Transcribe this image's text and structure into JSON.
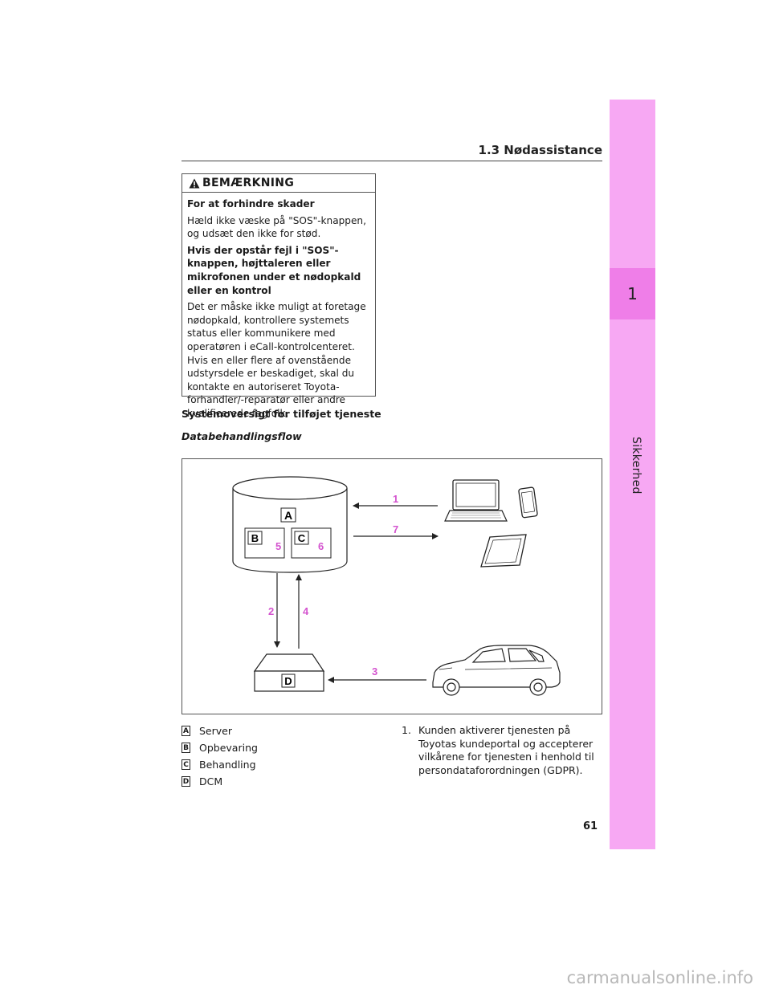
{
  "header": {
    "section_title": "1.3 Nødassistance"
  },
  "sidebar": {
    "chapter_number": "1",
    "chapter_label": "Sikkerhed"
  },
  "notice": {
    "heading": "BEMÆRKNING",
    "p1_title": "For at forhindre skader",
    "p1_text": "Hæld ikke væske på \"SOS\"-knappen, og udsæt den ikke for stød.",
    "p2_title": "Hvis der opstår fejl i \"SOS\"-knappen, højttaleren eller mikrofonen under et nødopkald eller en kontrol",
    "p2_text": "Det er måske ikke muligt at foretage nødopkald, kontrollere systemets status eller kommunikere med operatøren i eCall-kontrolcenteret. Hvis en eller flere af ovenstående udstyrsdele er beskadiget, skal du kontakte en autoriseret Toyota-forhandler/-reparatør eller andre kvalificerede fagfolk."
  },
  "section": {
    "title": "Systemoversigt for tilføjet tjeneste",
    "subtitle": "Databehandlingsflow"
  },
  "diagram": {
    "labels": {
      "a": "A",
      "b": "B",
      "c": "C",
      "d": "D"
    },
    "numbers": {
      "n1": "1",
      "n2": "2",
      "n3": "3",
      "n4": "4",
      "n5": "5",
      "n6": "6",
      "n7": "7"
    },
    "number_color": "#d454cf"
  },
  "legend": [
    {
      "key": "A",
      "text": "Server"
    },
    {
      "key": "B",
      "text": "Opbevaring"
    },
    {
      "key": "C",
      "text": "Behandling"
    },
    {
      "key": "D",
      "text": "DCM"
    }
  ],
  "step": {
    "number": "1.",
    "text": "Kunden aktiverer tjenesten på Toyotas kundeportal og accepterer vilkårene for tjenesten i henhold til persondataforordningen (GDPR)."
  },
  "page_number": "61",
  "watermark": "carmanualsonline.info",
  "colors": {
    "sidebar": "#f7a8f3",
    "chapter_box": "#ef7ee8"
  }
}
